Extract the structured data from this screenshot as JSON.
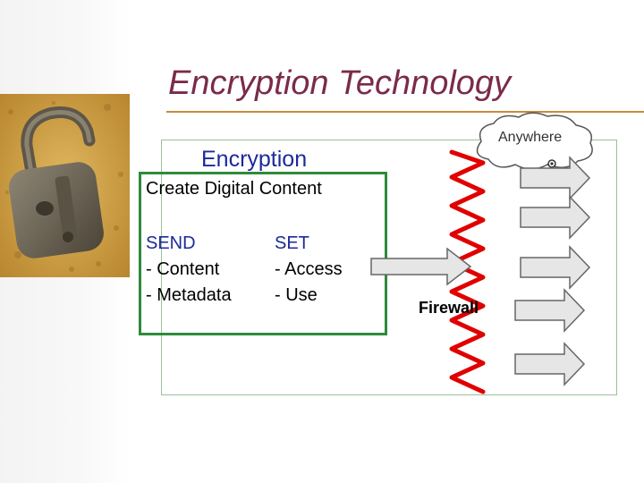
{
  "slide": {
    "title": "Encryption Technology"
  },
  "diagram": {
    "encryption_label": "Encryption",
    "create_label": "Create Digital Content",
    "send": {
      "heading": "SEND",
      "items": [
        "- Content",
        "- Metadata"
      ]
    },
    "set": {
      "heading": "SET",
      "items": [
        "- Access",
        "- Use"
      ]
    },
    "firewall_label": "Firewall",
    "cloud_label": "Anywhere"
  },
  "colors": {
    "title": "#7a2b4a",
    "encryption_text": "#1b2a9a",
    "green_border": "#2e8b3a",
    "firewall": "#e00000",
    "arrow_fill": "#e6e6e6"
  }
}
